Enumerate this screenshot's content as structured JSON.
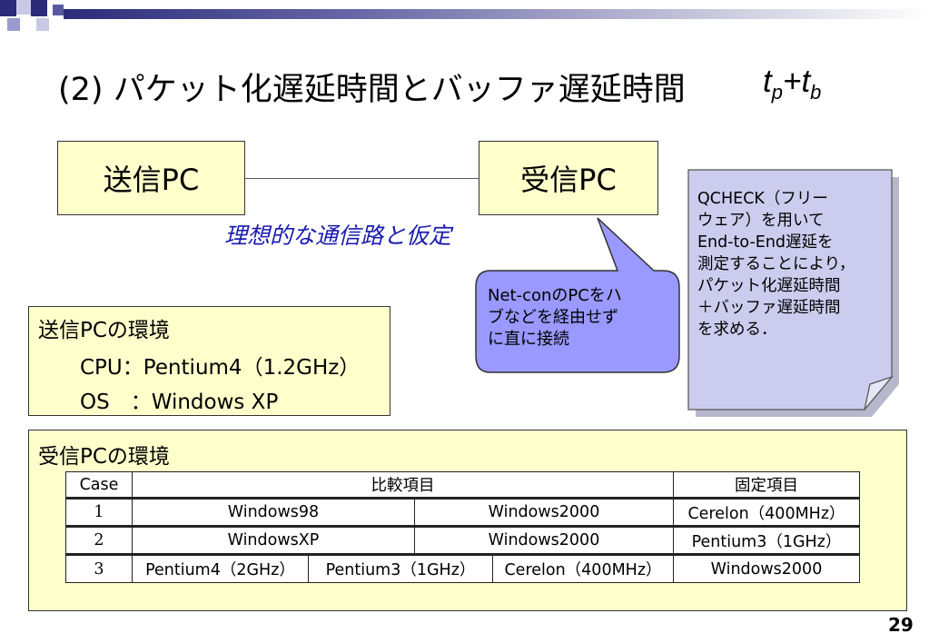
{
  "title": {
    "main": "(2) パケット化遅延時間とバッファ遅延時間",
    "var_t1": "t",
    "sub1": "p",
    "plus": "+",
    "var_t2": "t",
    "sub2": "b"
  },
  "sender_label": "送信PC",
  "receiver_label": "受信PC",
  "ideal_note": "理想的な通信路と仮定",
  "bubble": {
    "lines": [
      "Net-conのPCをハ",
      "ブなどを経由せず",
      "に直に接続"
    ]
  },
  "note": {
    "lines": [
      "QCHECK（フリー",
      "ウェア）を用いて",
      "End-to-End遅延を",
      "測定することにより，",
      "パケット化遅延時間",
      "＋バッファ遅延時間",
      "を求める．"
    ]
  },
  "sender_env": {
    "heading": "送信PCの環境",
    "cpu": "CPU：Pentium4（1.2GHz）",
    "os": "OS　：Windows XP"
  },
  "receiver_env": {
    "heading": "受信PCの環境"
  },
  "table": {
    "headers": {
      "case": "Case",
      "compare": "比較項目",
      "fixed": "固定項目"
    },
    "rows": [
      {
        "case": "1",
        "a": "Windows98",
        "b": "Windows2000",
        "fixed": "Cerelon（400MHz）"
      },
      {
        "case": "2",
        "a": "WindowsXP",
        "b": "Windows2000",
        "fixed": "Pentium3（1GHz）"
      },
      {
        "case": "3",
        "a": "Pentium4（2GHz）",
        "b": "Pentium3（1GHz）",
        "c": "Cerelon（400MHz）",
        "fixed": "Windows2000"
      }
    ]
  },
  "page_number": "29",
  "colors": {
    "box_fill": "#ffffcc",
    "note_fill": "#ccccee",
    "bubble_fill": "#9999ff",
    "accent": "#2b2b7a",
    "ideal_text": "#1a1ab0"
  }
}
